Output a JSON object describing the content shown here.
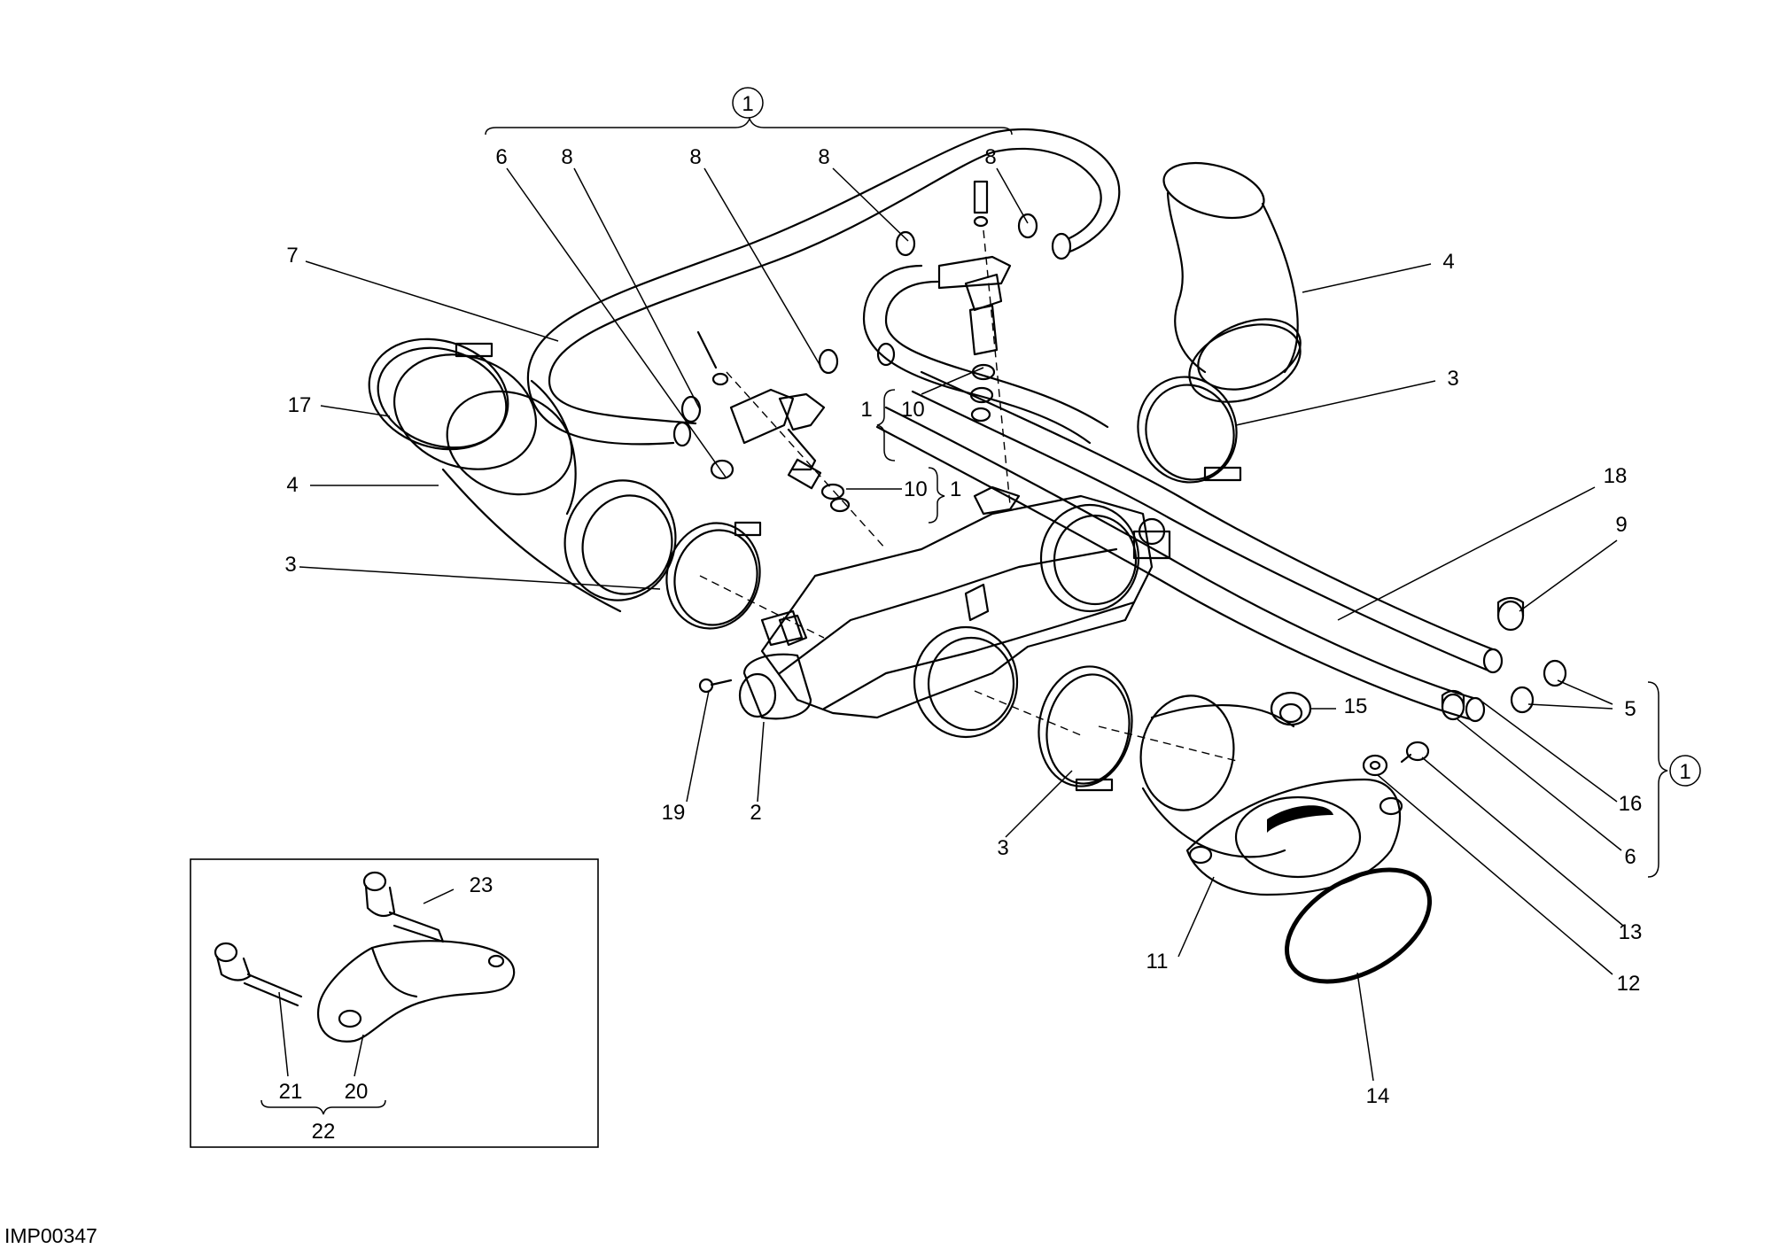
{
  "diagram": {
    "image_code": "IMP00347",
    "group_marker": "1",
    "labels": {
      "c_top_6": "6",
      "c_top_8a": "8",
      "c_top_8b": "8",
      "c_top_8c": "8",
      "c_top_8d": "8",
      "c_7": "7",
      "c_17": "17",
      "c_4_left": "4",
      "c_3_left": "3",
      "c_4_right": "4",
      "c_3_right": "3",
      "c_10_upper": "10",
      "c_1_upper": "1",
      "c_10_lower": "10",
      "c_1_lower": "1",
      "c_18": "18",
      "c_9": "9",
      "c_5": "5",
      "c_16": "16",
      "c_6_right": "6",
      "c_15": "15",
      "c_19": "19",
      "c_2": "2",
      "c_3_bottom": "3",
      "c_11": "11",
      "c_13": "13",
      "c_12": "12",
      "c_14": "14",
      "c_23": "23",
      "c_21": "21",
      "c_20": "20",
      "c_22": "22"
    }
  }
}
